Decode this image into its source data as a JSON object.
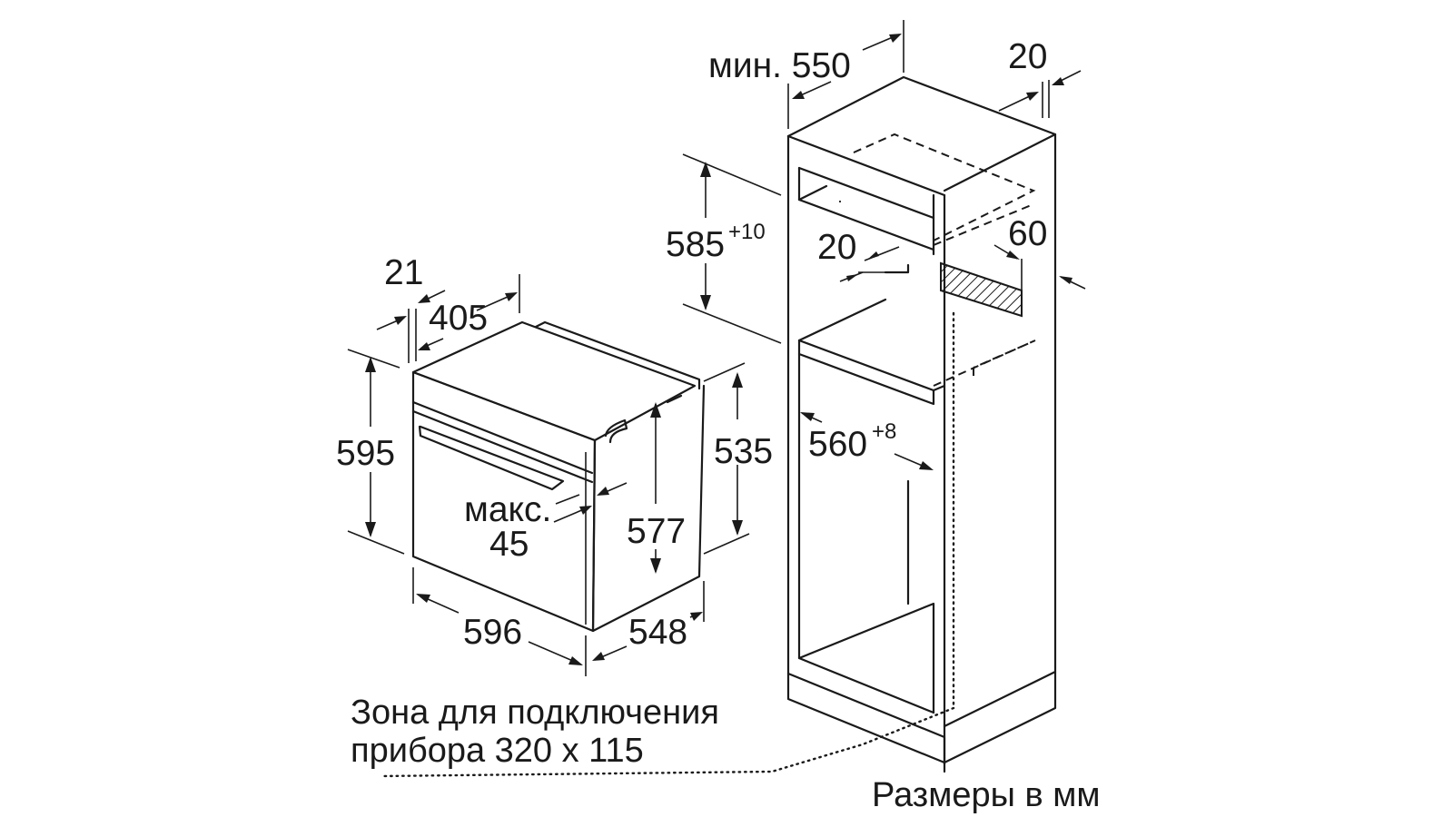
{
  "oven": {
    "dim_21": "21",
    "dim_405": "405",
    "dim_595": "595",
    "dim_535": "535",
    "dim_577": "577",
    "dim_596": "596",
    "dim_548": "548",
    "max_label": "макс.",
    "max_value": "45"
  },
  "cabinet": {
    "min_label": "мин. 550",
    "dim_20_top": "20",
    "dim_585": "585",
    "dim_585_tol": "+10",
    "dim_20_inner": "20",
    "dim_60": "60",
    "dim_560": "560",
    "dim_560_tol": "+8"
  },
  "notes": {
    "connection_line1": "Зона для подключения",
    "connection_line2": "прибора 320 x 115",
    "units": "Размеры в мм"
  }
}
